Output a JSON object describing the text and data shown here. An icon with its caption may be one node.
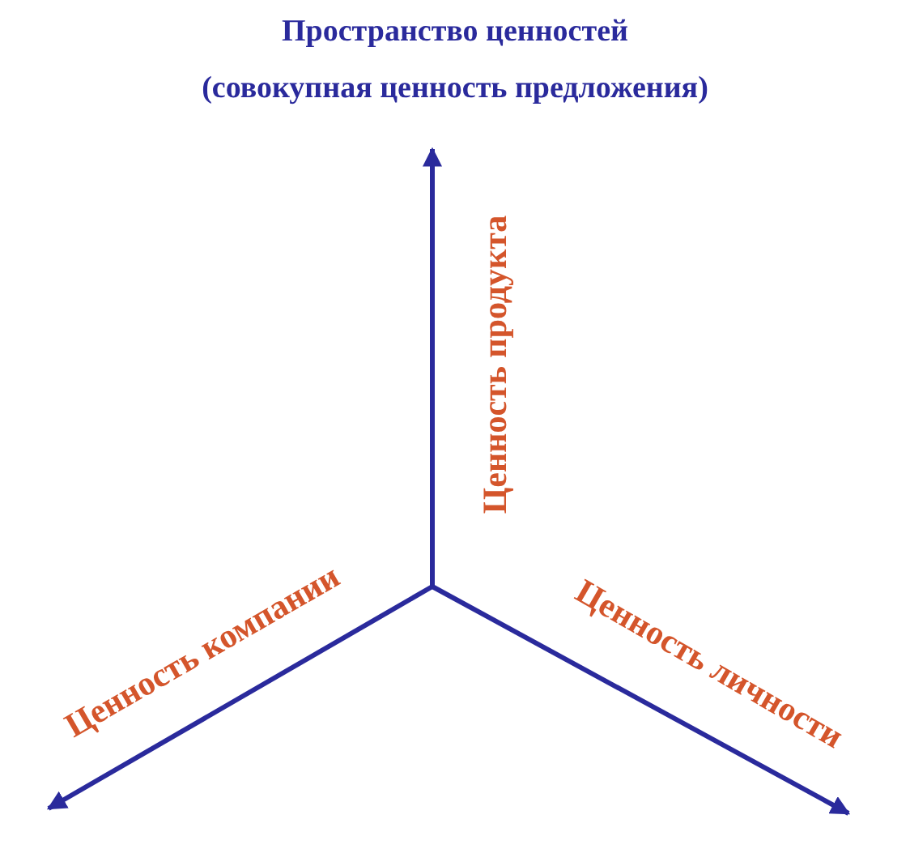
{
  "diagram": {
    "title": "Пространство ценностей",
    "labels": [
      "(совокупная ценность предложения)",
      "Ценность продукта",
      "Ценность компании",
      "Ценность личности"
    ]
  }
}
